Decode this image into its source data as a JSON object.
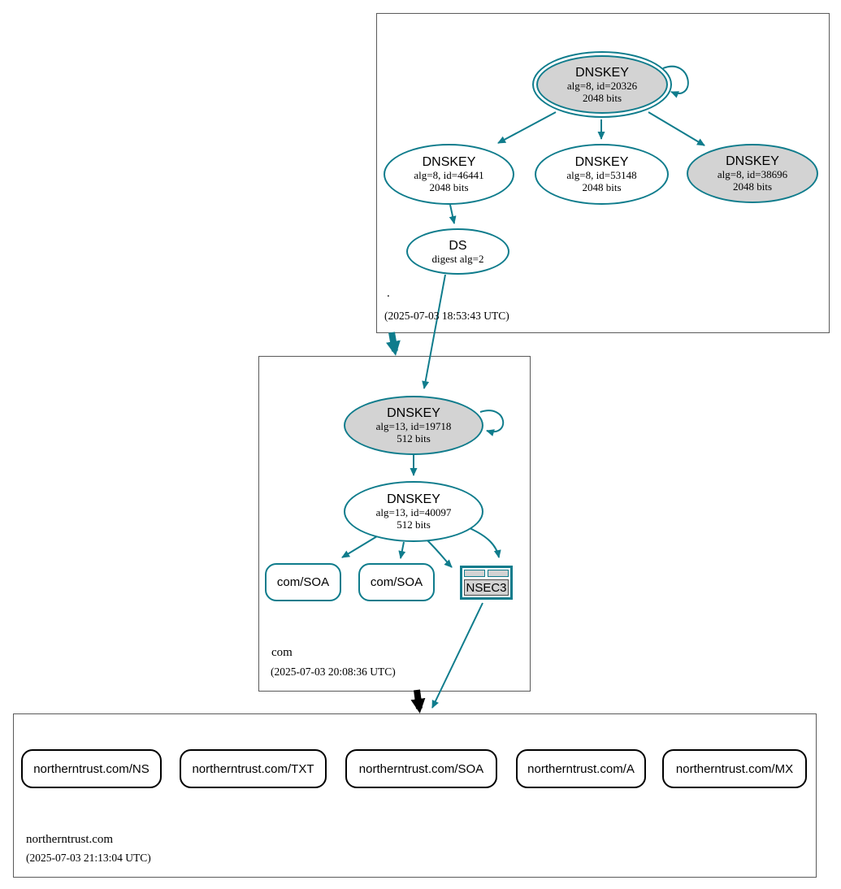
{
  "diagram_type": "DNSSEC authentication chain graph",
  "colors": {
    "secure_edge_teal": "#0f7c8c",
    "insecure_edge_black": "#000000",
    "node_fill_gray": "#d3d3d3",
    "node_fill_white": "#ffffff",
    "zone_box_border": "#5a5a5a"
  },
  "zones": {
    "root": {
      "label": ".",
      "timestamp": "(2025-07-03 18:53:43 UTC)",
      "nodes": {
        "ksk": {
          "title": "DNSKEY",
          "alg": "alg=8, id=20326",
          "bits": "2048 bits"
        },
        "zsk_46441": {
          "title": "DNSKEY",
          "alg": "alg=8, id=46441",
          "bits": "2048 bits"
        },
        "zsk_53148": {
          "title": "DNSKEY",
          "alg": "alg=8, id=53148",
          "bits": "2048 bits"
        },
        "zsk_38696": {
          "title": "DNSKEY",
          "alg": "alg=8, id=38696",
          "bits": "2048 bits"
        },
        "ds": {
          "title": "DS",
          "digest": "digest alg=2"
        }
      }
    },
    "com": {
      "label": "com",
      "timestamp": "(2025-07-03 20:08:36 UTC)",
      "nodes": {
        "ksk": {
          "title": "DNSKEY",
          "alg": "alg=13, id=19718",
          "bits": "512 bits"
        },
        "zsk": {
          "title": "DNSKEY",
          "alg": "alg=13, id=40097",
          "bits": "512 bits"
        },
        "soa1": {
          "label": "com/SOA"
        },
        "soa2": {
          "label": "com/SOA"
        },
        "nsec3": {
          "label": "NSEC3"
        }
      }
    },
    "target": {
      "label": "northerntrust.com",
      "timestamp": "(2025-07-03 21:13:04 UTC)",
      "rrsets": [
        {
          "label": "northerntrust.com/NS"
        },
        {
          "label": "northerntrust.com/TXT"
        },
        {
          "label": "northerntrust.com/SOA"
        },
        {
          "label": "northerntrust.com/A"
        },
        {
          "label": "northerntrust.com/MX"
        }
      ]
    }
  }
}
